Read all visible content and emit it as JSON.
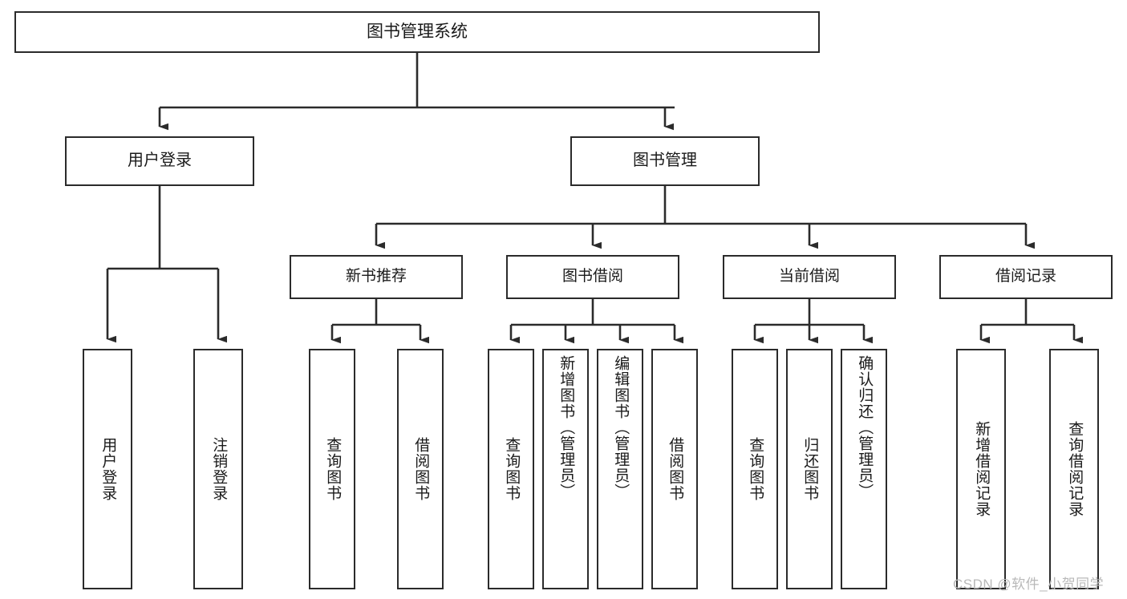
{
  "diagram": {
    "type": "tree",
    "title": "图书管理系统",
    "root": {
      "label": "图书管理系统"
    },
    "level2": [
      {
        "label": "用户登录"
      },
      {
        "label": "图书管理"
      }
    ],
    "level3": [
      {
        "label": "新书推荐"
      },
      {
        "label": "图书借阅"
      },
      {
        "label": "当前借阅"
      },
      {
        "label": "借阅记录"
      }
    ],
    "leaves": {
      "user_login": [
        {
          "label": "用户登录"
        },
        {
          "label": "注销登录"
        }
      ],
      "new_book_recommend": [
        {
          "label": "查询图书"
        },
        {
          "label": "借阅图书"
        }
      ],
      "book_borrow": [
        {
          "label": "查询图书"
        },
        {
          "label": "新增图书（管理员）"
        },
        {
          "label": "编辑图书（管理员）"
        },
        {
          "label": "借阅图书"
        }
      ],
      "current_borrow": [
        {
          "label": "查询图书"
        },
        {
          "label": "归还图书"
        },
        {
          "label": "确认归还（管理员）"
        }
      ],
      "borrow_record": [
        {
          "label": "新增借阅记录"
        },
        {
          "label": "查询借阅记录"
        }
      ]
    },
    "watermark": "CSDN @软件_小贺同学",
    "colors": {
      "stroke": "#2b2b2b",
      "fill": "#ffffff",
      "watermark": "#b9b9b9"
    }
  }
}
